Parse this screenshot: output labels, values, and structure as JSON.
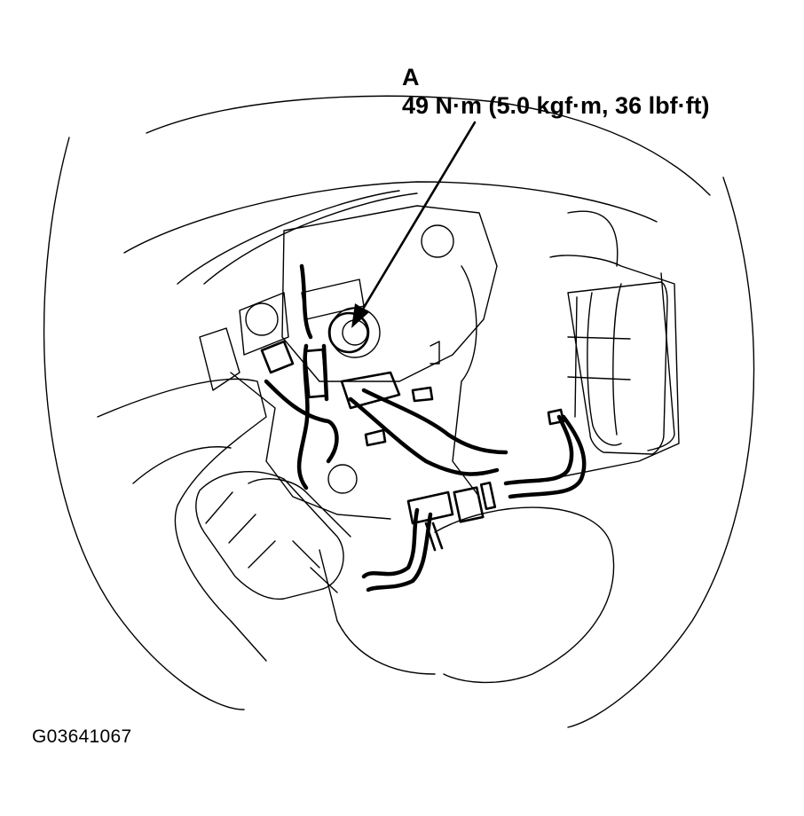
{
  "figure": {
    "subject": "Steering wheel assembly with wiring harness and connectors, center bolt callout",
    "callout": {
      "letter": "A",
      "torque_spec": "49 N·m (5.0 kgf·m, 36 lbf·ft)"
    },
    "figure_id": "G03641067",
    "colors": {
      "line": "#000000",
      "background": "#ffffff"
    }
  }
}
